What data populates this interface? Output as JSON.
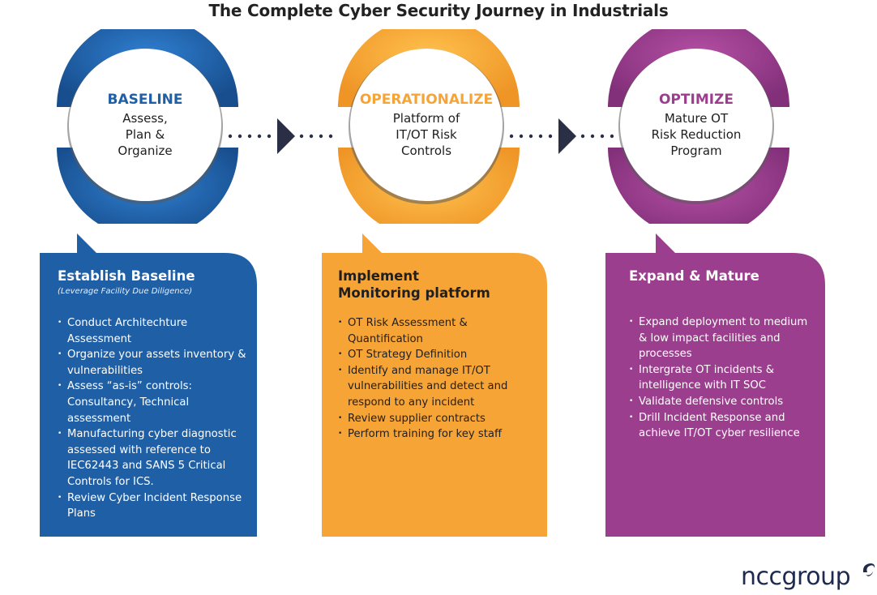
{
  "title": "The Complete Cyber Security Journey in Industrials",
  "colors": {
    "blue": "#1f5fa6",
    "orange": "#f7a436",
    "purple": "#9c3e8e",
    "navy": "#1e2a4f",
    "dots": "#2b2f45"
  },
  "stages": [
    {
      "heading": "BASELINE",
      "lines": [
        "Assess,",
        "Plan &",
        "Organize"
      ],
      "card_title": "Establish Baseline",
      "card_subtitle": "(Leverage Facility Due Diligence)",
      "bullets": [
        "Conduct Architechture Assessment",
        "Organize your assets inventory & vulnerabilities",
        "Assess “as-is” controls: Consultancy, Technical assessment",
        "Manufacturing cyber diagnostic assessed with reference to IEC62443 and SANS 5 Critical Controls for ICS.",
        "Review Cyber Incident Response Plans"
      ]
    },
    {
      "heading": "OPERATIONALIZE",
      "lines": [
        "Platform of",
        "IT/OT Risk",
        "Controls"
      ],
      "card_title_lines": [
        "Implement",
        "Monitoring platform"
      ],
      "bullets": [
        "OT Risk Assessment & Quantification",
        "OT Strategy Definition",
        "Identify and manage IT/OT vulnerabilities and detect and respond to any incident",
        "Review supplier contracts",
        "Perform training for key staff"
      ]
    },
    {
      "heading": "OPTIMIZE",
      "lines": [
        "Mature OT",
        "Risk Reduction",
        "Program"
      ],
      "card_title": "Expand & Mature",
      "bullets": [
        "Expand deployment to medium & low impact facilities and processes",
        "Intergrate OT incidents & intelligence with IT SOC",
        "Validate defensive controls",
        "Drill Incident Response and achieve IT/OT cyber resilience"
      ]
    }
  ],
  "logo": {
    "text": "nccgroup",
    "icon": "ncc-swirl-icon"
  }
}
